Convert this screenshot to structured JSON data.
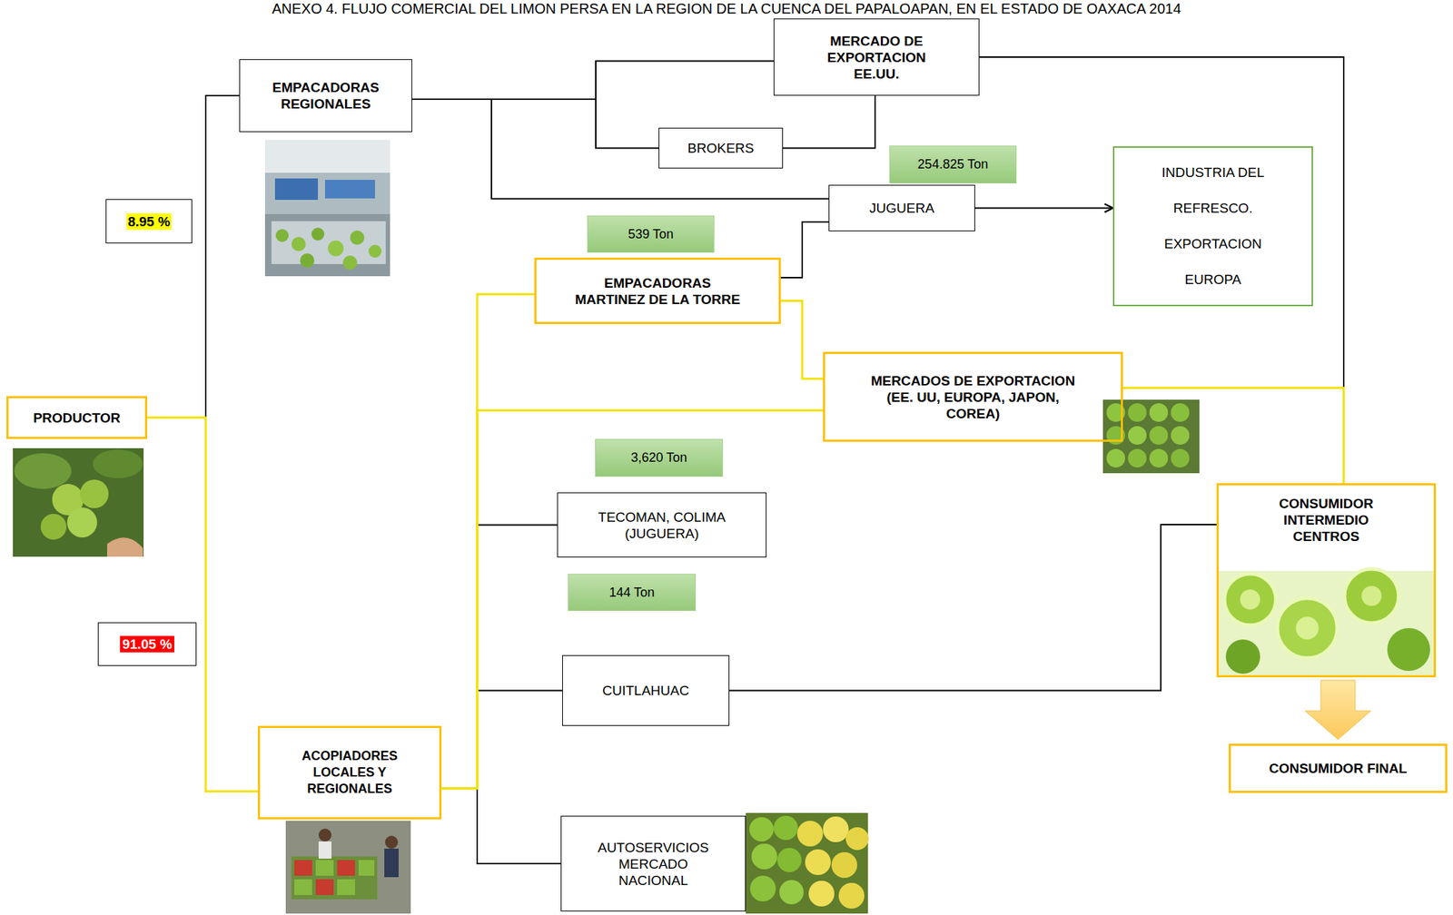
{
  "diagram": {
    "title": "ANEXO 4. FLUJO COMERCIAL DEL LIMON PERSA EN LA REGION DE LA CUENCA DEL PAPALOAPAN, EN EL ESTADO DE OAXACA 2014",
    "nodes": [
      {
        "text": [
          "MERCADO DE EXPORTACION EE.UU."
        ]
      },
      {
        "text": [
          "EMPACADORAS REGIONALES"
        ]
      },
      {
        "text": [
          "BROKERS"
        ]
      },
      {
        "text": [
          "254.825 Ton"
        ]
      },
      {
        "text": [
          "INDUSTRIA DEL REFRESCO. EXPORTACION EUROPA"
        ]
      },
      {
        "text": [
          "8.95 %"
        ]
      },
      {
        "text": [
          "JUGUERA"
        ]
      },
      {
        "text": [
          "539 Ton"
        ]
      },
      {
        "text": [
          "EMPACADORAS MARTINEZ DE LA TORRE"
        ]
      },
      {
        "text": [
          "MERCADOS DE EXPORTACION (EE. UU, EUROPA, JAPON, COREA)"
        ]
      },
      {
        "text": [
          "PRODUCTOR"
        ]
      },
      {
        "text": [
          "3,620 Ton"
        ]
      },
      {
        "text": [
          "CONSUMIDOR INTERMEDIO CENTROS"
        ]
      },
      {
        "text": [
          "TECOMAN, COLIMA (JUGUERA)"
        ]
      },
      {
        "text": [
          "144 Ton"
        ]
      },
      {
        "text": [
          "91.05 %"
        ]
      },
      {
        "text": [
          "CUITLAHUAC"
        ]
      },
      {
        "text": [
          "ACOPIADORES LOCALES Y REGIONALES"
        ]
      },
      {
        "text": [
          "CONSUMIDOR FINAL"
        ]
      },
      {
        "text": [
          "AUTOSERVICIOS MERCADO NACIONAL"
        ]
      }
    ],
    "edges": [
      {
        "from": 10,
        "to": 1,
        "arrow": "none"
      },
      {
        "from": 10,
        "to": 17,
        "arrow": "none"
      },
      {
        "from": 1,
        "to": 0,
        "arrow": "none"
      },
      {
        "from": 1,
        "to": 2,
        "arrow": "none"
      },
      {
        "from": 2,
        "to": 0,
        "arrow": "none"
      },
      {
        "from": 1,
        "to": 6,
        "arrow": "none"
      },
      {
        "from": 8,
        "to": 6,
        "arrow": "none"
      },
      {
        "from": 6,
        "to": 4,
        "arrow": "to"
      },
      {
        "from": 17,
        "to": 8,
        "arrow": "none"
      },
      {
        "from": 17,
        "to": 9,
        "arrow": "none"
      },
      {
        "from": 8,
        "to": 9,
        "arrow": "none"
      },
      {
        "from": 17,
        "to": 13,
        "arrow": "none"
      },
      {
        "from": 17,
        "to": 16,
        "arrow": "none"
      },
      {
        "from": 17,
        "to": 19,
        "arrow": "none"
      },
      {
        "from": 16,
        "to": 12,
        "arrow": "none"
      },
      {
        "from": 0,
        "to": 12,
        "arrow": "none"
      },
      {
        "from": 9,
        "to": 12,
        "arrow": "none"
      },
      {
        "from": 12,
        "to": 18,
        "arrow": "to"
      }
    ]
  }
}
